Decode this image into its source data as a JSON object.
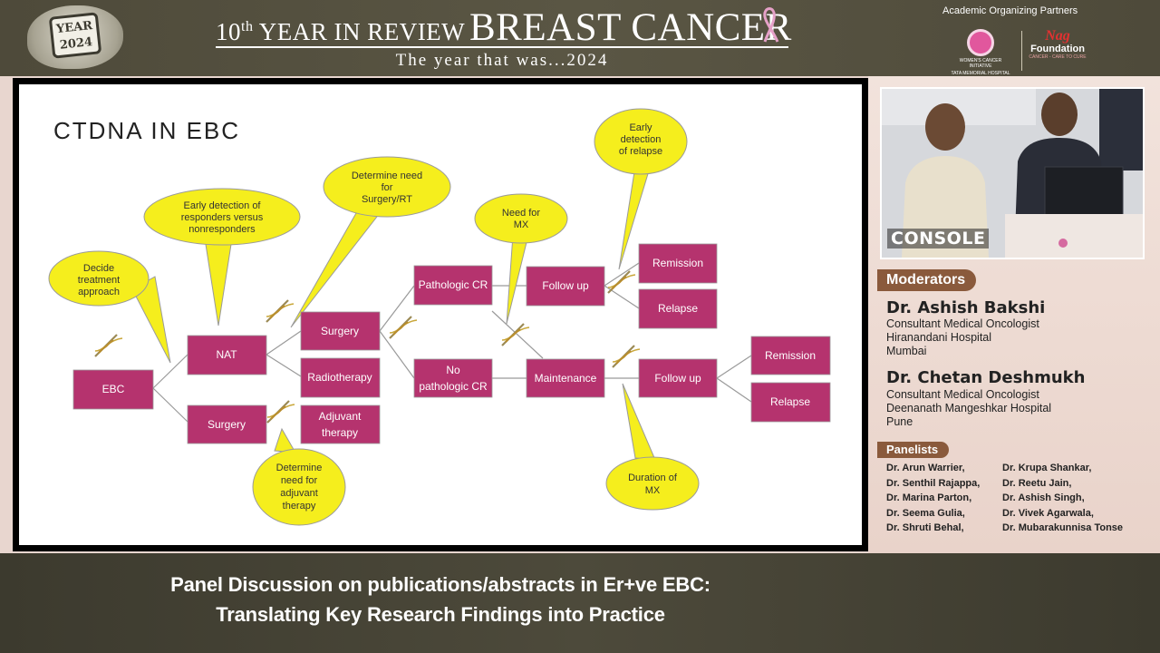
{
  "header": {
    "badge_line1": "YEAR",
    "badge_line2": "2024",
    "title_edition": "10",
    "title_edition_suffix": "th",
    "title_small": " YEAR IN REVIEW",
    "title_big": "BREAST CANCER",
    "tagline": "The year that was...2024",
    "partners_label": "Academic Organizing Partners",
    "partner1_caption1": "WOMEN'S CANCER INITIATIVE",
    "partner1_caption2": "TATA MEMORIAL HOSPITAL",
    "partner2_name": "Nag",
    "partner2_sub": "Foundation",
    "partner2_caption": "CANCER - CARE TO CURE",
    "ribbon_color": "#e6a1c8"
  },
  "slide": {
    "title": "CTDNA IN EBC",
    "box_color": "#b5336e",
    "bubble_color": "#f5ee1d",
    "boxes": {
      "ebc": "EBC",
      "nat": "NAT",
      "surgery_left": "Surgery",
      "surgery_mid": "Surgery",
      "radiotherapy": "Radiotherapy",
      "adjuvant_1": "Adjuvant",
      "adjuvant_2": "therapy",
      "path_cr": "Pathologic CR",
      "no_path_1": "No",
      "no_path_2": "pathologic CR",
      "follow_up_1": "Follow up",
      "maintenance": "Maintenance",
      "follow_up_2": "Follow up",
      "remission_1": "Remission",
      "relapse_1": "Relapse",
      "remission_2": "Remission",
      "relapse_2": "Relapse"
    },
    "bubbles": {
      "decide": [
        "Decide",
        "treatment",
        "approach"
      ],
      "early_resp": [
        "Early detection of",
        "responders versus",
        "nonresponders"
      ],
      "determine_surgery": [
        "Determine need",
        "for",
        "Surgery/RT"
      ],
      "need_mx": [
        "Need for",
        "MX"
      ],
      "early_relapse": [
        "Early",
        "detection",
        "of relapse"
      ],
      "determine_adjuvant": [
        "Determine",
        "need for",
        "adjuvant",
        "therapy"
      ],
      "duration_mx": [
        "Duration of",
        "MX"
      ]
    }
  },
  "video": {
    "label": "CONSOLE"
  },
  "moderators": {
    "label": "Moderators",
    "items": [
      {
        "name": "Dr. Ashish Bakshi",
        "role": "Consultant Medical Oncologist",
        "org": "Hiranandani Hospital",
        "city": "Mumbai"
      },
      {
        "name": "Dr. Chetan Deshmukh",
        "role": "Consultant Medical Oncologist",
        "org": "Deenanath Mangeshkar Hospital",
        "city": "Pune"
      }
    ]
  },
  "panelists": {
    "label": "Panelists",
    "col1": [
      "Dr. Arun Warrier,",
      "Dr. Senthil Rajappa,",
      "Dr. Marina Parton,",
      "Dr. Seema Gulia,",
      "Dr. Shruti Behal,"
    ],
    "col2": [
      "Dr. Krupa Shankar,",
      "Dr. Reetu Jain,",
      "Dr. Ashish Singh,",
      "Dr. Vivek Agarwala,",
      "Dr. Mubarakunnisa Tonse"
    ]
  },
  "banner": {
    "line1": "Panel Discussion on publications/abstracts in Er+ve EBC:",
    "line2": "Translating Key Research Findings into Practice"
  }
}
